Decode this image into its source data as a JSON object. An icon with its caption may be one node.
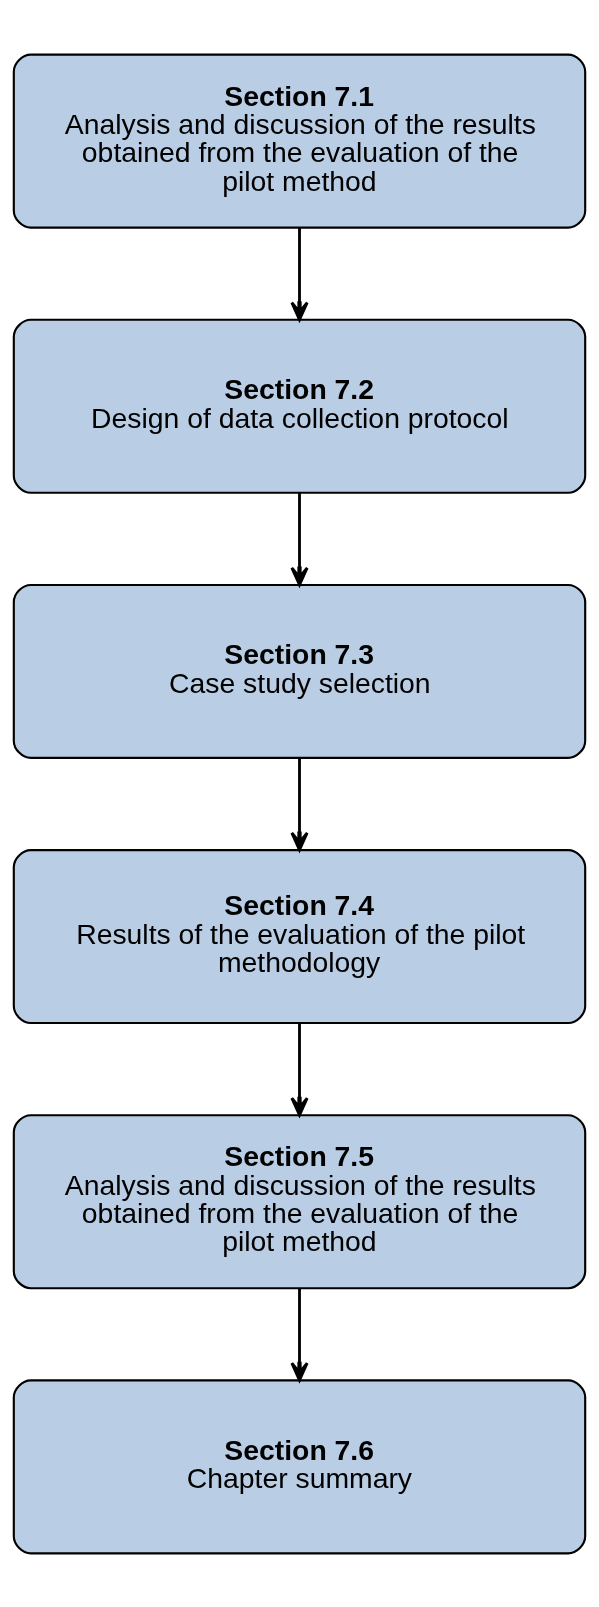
{
  "diagram": {
    "nodes": [
      {
        "text": [
          "Section 7.1",
          "Analysis and discussion of the results obtained from the evaluation of the pilot method"
        ]
      },
      {
        "text": [
          "Section 7.2",
          "Design of data collection protocol"
        ]
      },
      {
        "text": [
          "Section 7.3",
          "Case study selection"
        ]
      },
      {
        "text": [
          "Section 7.4",
          "Results of the evaluation of the pilot methodology"
        ]
      },
      {
        "text": [
          "Section 7.5",
          "Analysis and discussion of the results obtained from the evaluation of the pilot method"
        ]
      },
      {
        "text": [
          "Section 7.6",
          "Chapter summary"
        ]
      }
    ],
    "edges": [
      {
        "from": 0,
        "to": 1,
        "arrow": "to"
      },
      {
        "from": 1,
        "to": 2,
        "arrow": "to"
      },
      {
        "from": 2,
        "to": 3,
        "arrow": "to"
      },
      {
        "from": 3,
        "to": 4,
        "arrow": "to"
      },
      {
        "from": 4,
        "to": 5,
        "arrow": "to"
      }
    ]
  }
}
